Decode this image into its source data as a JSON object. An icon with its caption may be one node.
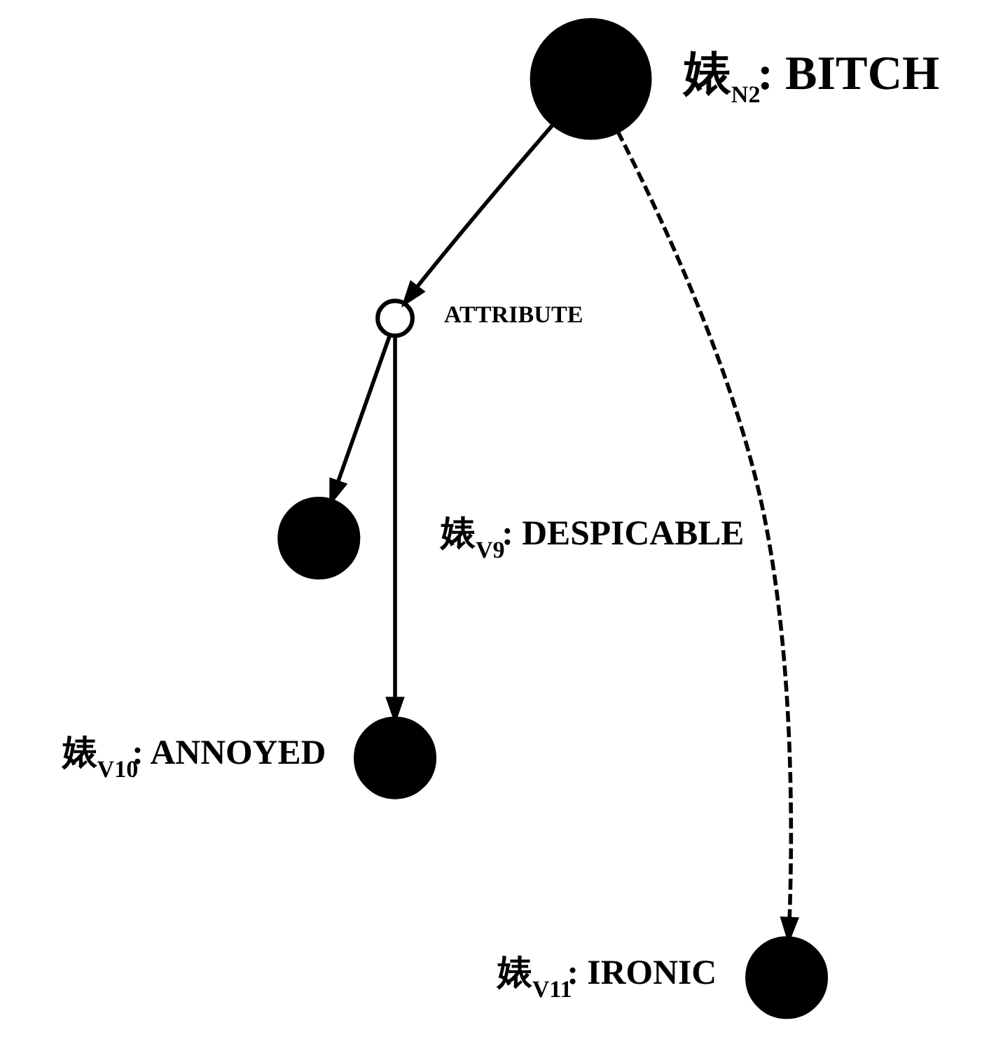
{
  "diagram": {
    "nodes": [
      {
        "text": [],
        "shape": "circle",
        "beside": [
          "婊$_{N2}$: BITCH"
        ]
      },
      {
        "text": [],
        "shape": "circle",
        "beside": [
          "ATTRIBUTE"
        ]
      },
      {
        "text": [],
        "shape": "circle",
        "beside": [
          "婊$_{V9}$: DESPICABLE"
        ]
      },
      {
        "text": [],
        "shape": "circle",
        "beside": [
          "婊$_{V10}$: ANNOYED"
        ]
      },
      {
        "text": [],
        "shape": "circle",
        "beside": [
          "婊$_{V11}$: IRONIC"
        ]
      }
    ],
    "edges": [
      {
        "from": 0,
        "to": 1,
        "arrow": "to"
      },
      {
        "from": 1,
        "to": 2,
        "arrow": "to"
      },
      {
        "from": 1,
        "to": 3,
        "arrow": "to"
      },
      {
        "from": 0,
        "to": 4,
        "arrow": "to",
        "style": "dashed"
      }
    ]
  }
}
